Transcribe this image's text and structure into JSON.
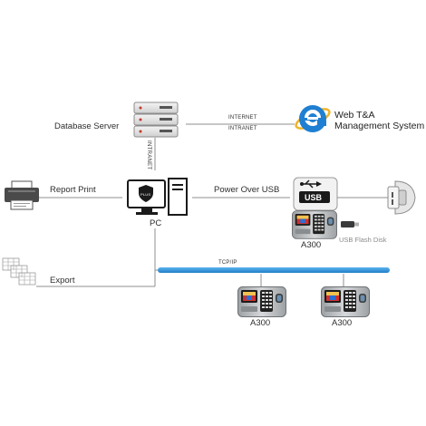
{
  "labels": {
    "database_server": "Database Server",
    "internet_1": "INTERNET",
    "intranet_1": "INTRANET",
    "intranet_2": "INTRANET",
    "web_title_line1": "Web T&A",
    "web_title_line2": "Management System",
    "report_print": "Report Print",
    "power_over_usb": "Power Over USB",
    "usb_badge": "USB",
    "pc": "PC",
    "a300_usb": "A300",
    "usb_flash_disk": "USB Flash Disk",
    "tcp_ip": "TCP/IP",
    "export": "Export",
    "a300_left": "A300",
    "a300_right": "A300",
    "monitor_logo": "PLUS"
  },
  "icons": {
    "database": "server-stack-icon",
    "internet_explorer": "internet-explorer-icon",
    "printer": "printer-icon",
    "pc": "desktop-pc-icon",
    "usb": "usb-symbol-icon",
    "wall_outlet": "wall-outlet-icon",
    "export": "spreadsheet-stack-icon",
    "device": "time-attendance-terminal-icon"
  },
  "colors": {
    "line": "#8f8f8f",
    "tcp_bus": "#2a8fd6",
    "ie_blue": "#1f7fd2",
    "device_body": "#b9bcbf"
  }
}
